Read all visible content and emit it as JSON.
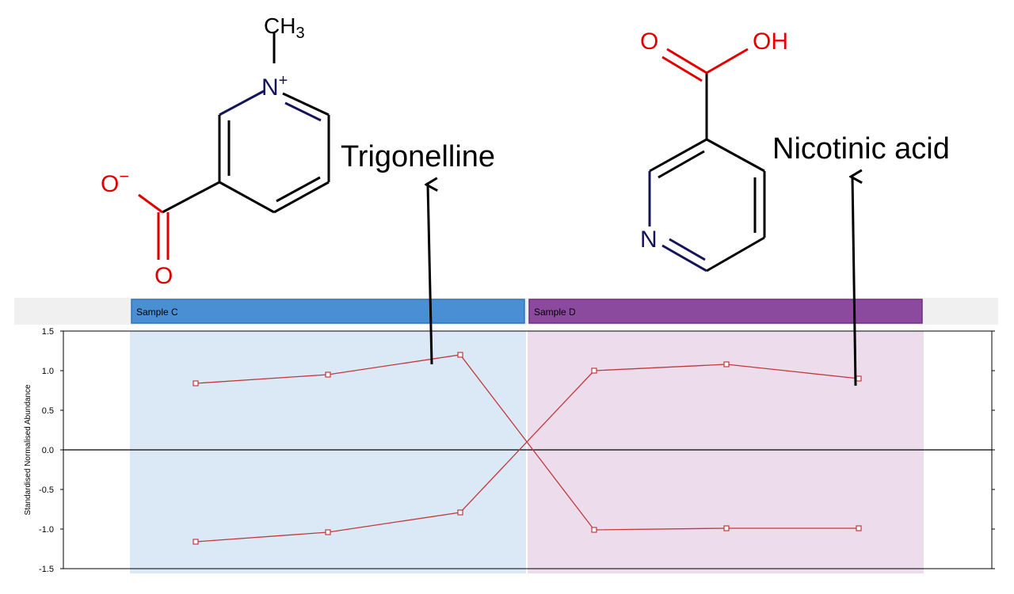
{
  "annotations": {
    "trigonelline": "Trigonelline",
    "nicotinic_acid": "Nicotinic acid"
  },
  "molecules": {
    "trigonelline": {
      "methyl_label": "CH",
      "methyl_sub": "3",
      "nitrogen": "N",
      "nitrogen_charge": "+",
      "oxygen_anion": "O",
      "oxygen_charge": "−",
      "oxygen_carbonyl": "O"
    },
    "nicotinic_acid": {
      "oxygen_carbonyl": "O",
      "hydroxyl": "OH",
      "nitrogen": "N"
    }
  },
  "colors": {
    "line": "#c0393b",
    "sample_c_header": "#4a8fd4",
    "sample_c_band": "#dbe9f7",
    "sample_d_header": "#8c4a9e",
    "sample_d_band": "#ecdcec",
    "chem_oxygen": "#e00000",
    "chem_nitrogen": "#14145a"
  },
  "chart_data": {
    "type": "line",
    "ylabel": "Standardised Normalised Abundance",
    "ylim": [
      -1.5,
      1.5
    ],
    "yticks": [
      "1.5",
      "1.0",
      "0.5",
      "0.0",
      "-0.5",
      "-1.0",
      "-1.5"
    ],
    "groups": [
      "Sample C",
      "Sample D"
    ],
    "x": [
      1,
      2,
      3,
      4,
      5,
      6
    ],
    "series": [
      {
        "values": [
          0.84,
          0.95,
          1.2,
          -1.01,
          -0.99,
          -0.99
        ]
      },
      {
        "values": [
          -1.16,
          -1.04,
          -0.79,
          1.0,
          1.08,
          0.9
        ]
      }
    ]
  }
}
